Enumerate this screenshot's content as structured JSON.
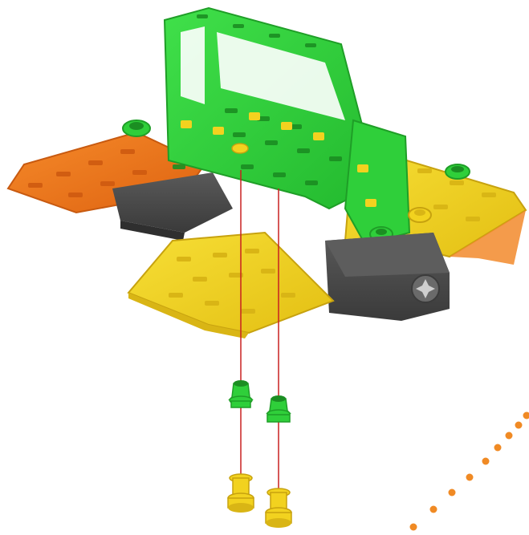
{
  "figure": {
    "type": "exploded assembly diagram",
    "parts": [
      {
        "name": "green-frame",
        "color": "#2fcf3a"
      },
      {
        "name": "orange-left-plate",
        "color": "#f07a1e"
      },
      {
        "name": "yellow-right-plate",
        "color": "#f2d21f"
      },
      {
        "name": "yellow-bottom-plate",
        "color": "#f2d21f"
      },
      {
        "name": "gray-motor-left",
        "color": "#4c4c4c"
      },
      {
        "name": "gray-motor-right",
        "color": "#4f4f4f"
      },
      {
        "name": "green-connector-pegs",
        "color": "#39d23e",
        "count": 2
      },
      {
        "name": "yellow-screws",
        "color": "#f2d21f",
        "count": 2
      }
    ],
    "guide_lines": {
      "color": "#c82020",
      "count": 2
    },
    "motion_path": {
      "color": "#f08a24",
      "dot_count": 9
    }
  }
}
